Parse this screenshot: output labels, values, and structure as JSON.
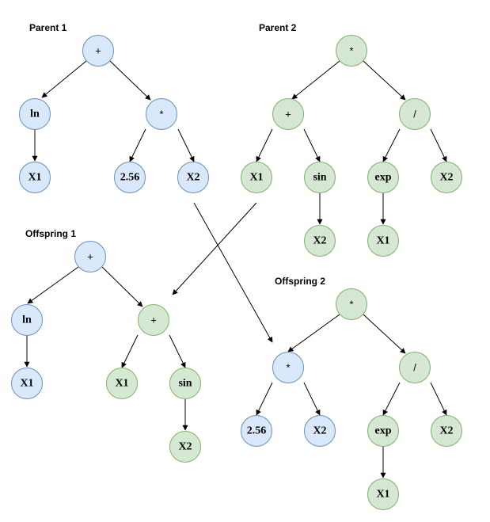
{
  "titles": {
    "parent1": "Parent 1",
    "parent2": "Parent 2",
    "offspring1": "Offspring 1",
    "offspring2": "Offspring 2"
  },
  "colors": {
    "blue_fill": "#dae8fc",
    "blue_stroke": "#6c8ebf",
    "green_fill": "#d5e8d4",
    "green_stroke": "#82b366"
  },
  "trees": {
    "parent1": [
      "+",
      "ln",
      "*",
      "X1",
      "2.56",
      "X2"
    ],
    "parent2": [
      "*",
      "+",
      "/",
      "X1",
      "sin",
      "exp",
      "X2",
      "X2",
      "X1"
    ],
    "offspring1": [
      "+",
      "ln",
      "+",
      "X1",
      "X1",
      "sin",
      "X2"
    ],
    "offspring2": [
      "*",
      "*",
      "/",
      "2.56",
      "X2",
      "exp",
      "X2",
      "X1"
    ]
  }
}
